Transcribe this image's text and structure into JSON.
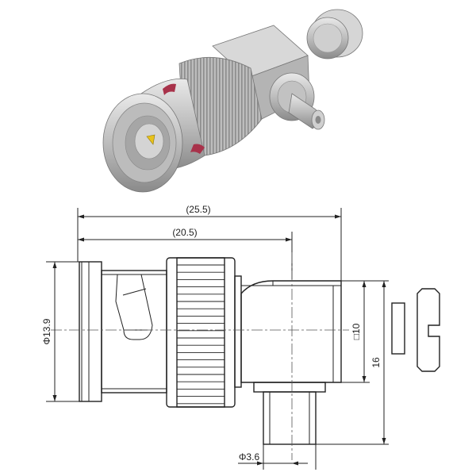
{
  "dimensions": {
    "overall_length": "(25.5)",
    "body_length": "(20.5)",
    "outer_diameter": "Φ13.9",
    "square_size": "□10",
    "height": "16",
    "pin_diameter": "Φ3.6"
  },
  "colors": {
    "metal": "#c9c9c9",
    "metal_dark": "#8e8e8e",
    "insulator_red": "#a8324a",
    "pin_gold": "#e8c21a",
    "line": "#222222"
  }
}
